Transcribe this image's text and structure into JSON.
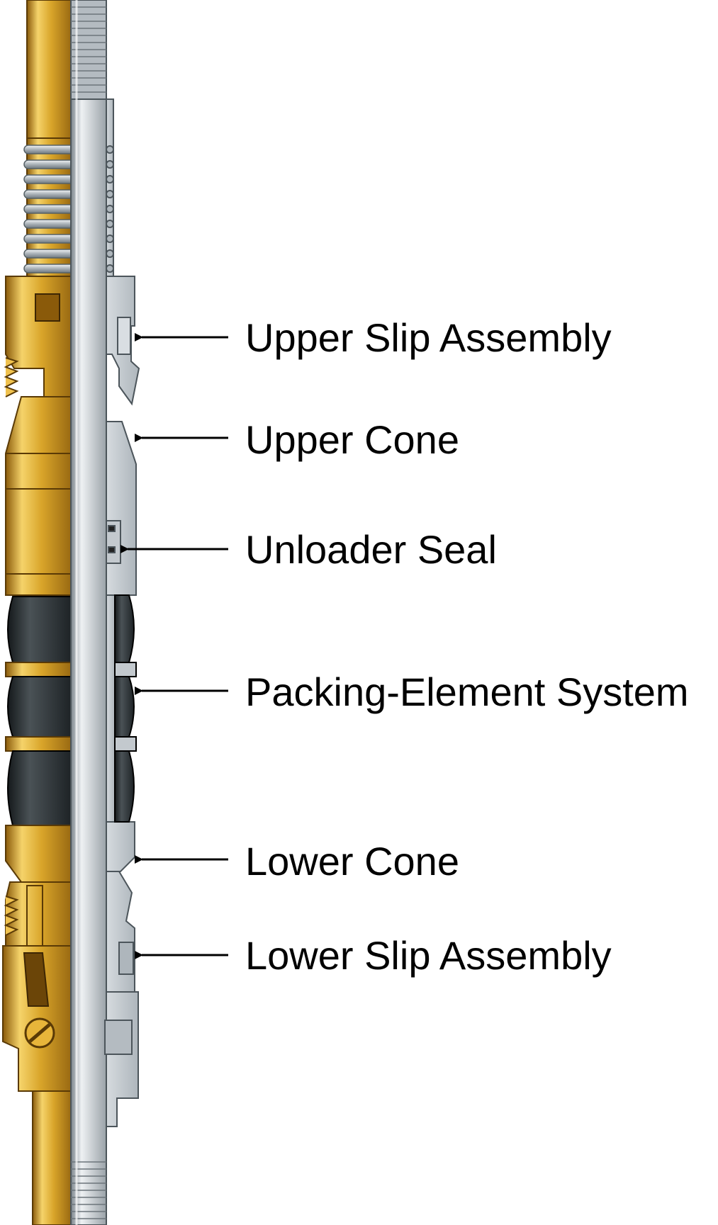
{
  "callouts": [
    {
      "id": "upper-slip-assembly",
      "label": "Upper Slip Assembly"
    },
    {
      "id": "upper-cone",
      "label": "Upper Cone"
    },
    {
      "id": "unloader-seal",
      "label": "Unloader Seal"
    },
    {
      "id": "packing-element-system",
      "label": "Packing-Element System"
    },
    {
      "id": "lower-cone",
      "label": "Lower Cone"
    },
    {
      "id": "lower-slip-assembly",
      "label": "Lower Slip Assembly"
    }
  ],
  "colors": {
    "gold": "#D9A52A",
    "gold_dark": "#8A5A0A",
    "gold_light": "#F5D36A",
    "steel": "#C8CDD2",
    "steel_dark": "#7C858C",
    "steel_light": "#EEF1F3",
    "rubber": "#2C3134",
    "arrow": "#000000"
  }
}
